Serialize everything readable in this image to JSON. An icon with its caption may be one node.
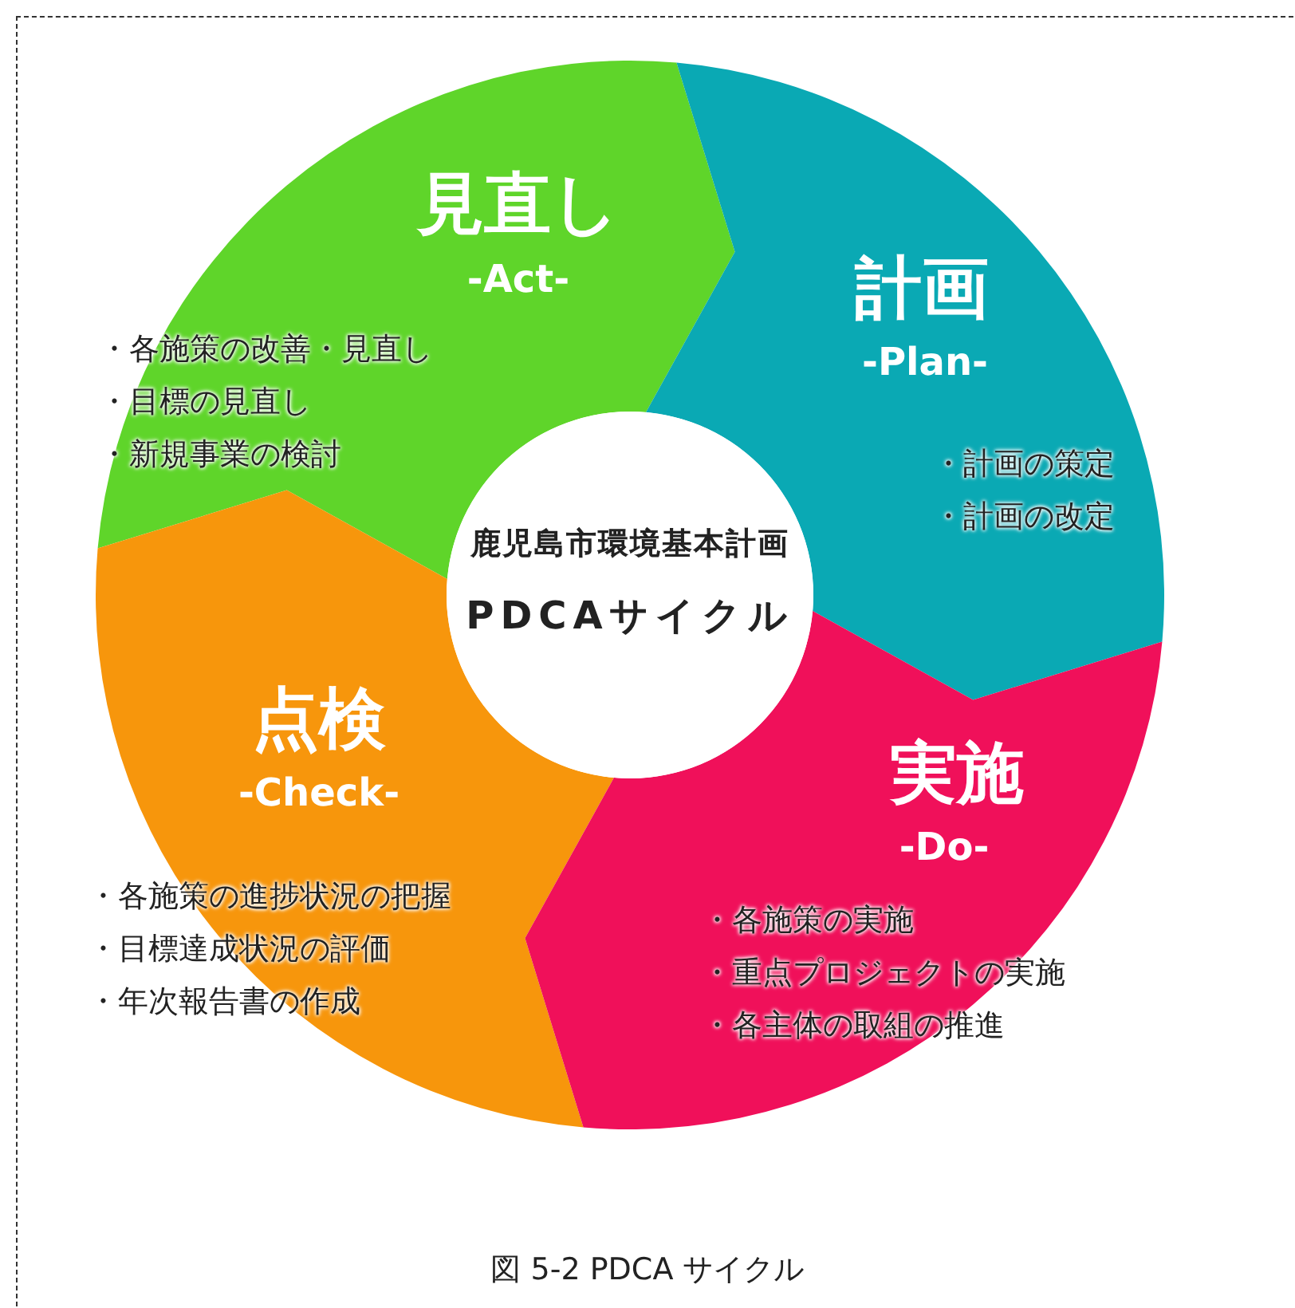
{
  "diagram": {
    "nodes": [
      {
        "text": [
          "見直し",
          "-Act-",
          "・各施策の改善・見直し",
          "・目標の見直し",
          "・新規事業の検討"
        ]
      },
      {
        "text": [
          "計画",
          "-Plan-",
          "・計画の策定",
          "・計画の改定"
        ]
      },
      {
        "text": [
          "鹿児島市環境基本計画",
          "PDCAサイクル"
        ]
      },
      {
        "text": [
          "点検",
          "-Check-",
          "・各施策の進捗状況の把握",
          "・目標達成状況の評価",
          "・年次報告書の作成"
        ]
      },
      {
        "text": [
          "実施",
          "-Do-",
          "・各施策の実施",
          "・重点プロジェクトの実施",
          "・各主体の取組の推進"
        ]
      }
    ],
    "caption": "図 5-2 PDCA サイクル"
  }
}
